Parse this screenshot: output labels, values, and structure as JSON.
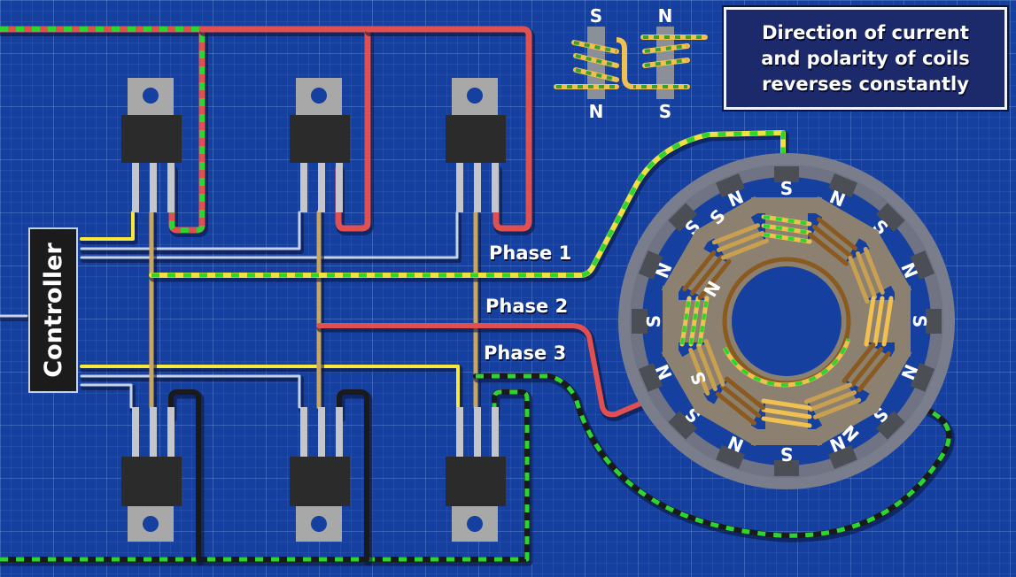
{
  "note": {
    "text": "Direction of current\nand polarity of coils\nreverses constantly"
  },
  "controller": {
    "label": "Controller"
  },
  "phases": [
    {
      "label": "Phase 1"
    },
    {
      "label": "Phase 2"
    },
    {
      "label": "Phase 3"
    }
  ],
  "coil_demo": {
    "top_labels": [
      "S",
      "N"
    ],
    "bottom_labels": [
      "N",
      "S"
    ]
  },
  "rotor_magnets": [
    "S",
    "N",
    "S",
    "N",
    "S",
    "N",
    "S",
    "N",
    "S",
    "N",
    "S",
    "N",
    "S",
    "N",
    "S",
    "N"
  ],
  "stator_labels": [
    "S",
    "N",
    "S",
    "N"
  ],
  "colors": {
    "background": "#15409f",
    "positive_wire": "#e05050",
    "ground_wire": "#1a1a1a",
    "phase1_wire": "#f0e040",
    "current_dash": "#2fd52f",
    "gate_wire_yellow": "#f7e83a",
    "gate_wire_white": "#c8d2e6",
    "bus_tan": "#c8a560",
    "stator": "#8c8170",
    "rotor_ring": "#7a7e8c",
    "transistor_body": "#2b2b2b",
    "transistor_tab": "#a8a8a8"
  }
}
